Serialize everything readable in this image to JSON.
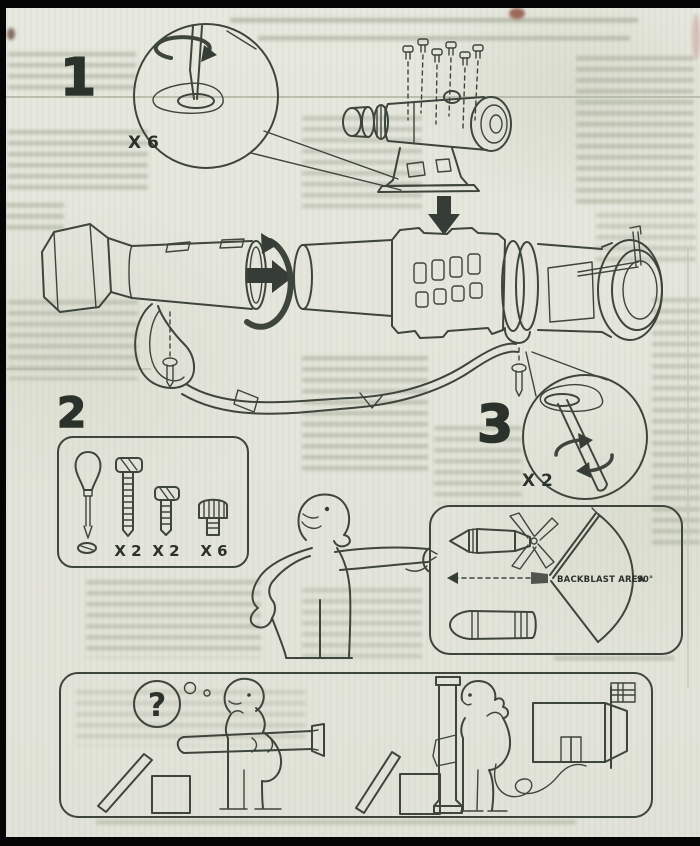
{
  "colors": {
    "paper": "#e5e6dc",
    "ink": "#3e453d",
    "numeral": "#2b322b",
    "scan_bar": "#050505"
  },
  "steps": {
    "step1": {
      "number": "1",
      "screw_qty": "X 6"
    },
    "step2": {
      "number": "2",
      "parts": [
        {
          "name": "screwdriver",
          "qty": ""
        },
        {
          "name": "long-bolt",
          "qty": "X 2"
        },
        {
          "name": "short-bolt",
          "qty": "X 2"
        },
        {
          "name": "thumb-screw",
          "qty": "X 6"
        }
      ]
    },
    "step3": {
      "number": "3",
      "screw_qty": "X 2"
    }
  },
  "warning": {
    "backblast_label": "BACKBLAST AREA",
    "angle_label": "90°"
  },
  "help": {
    "thought_mark": "?"
  }
}
